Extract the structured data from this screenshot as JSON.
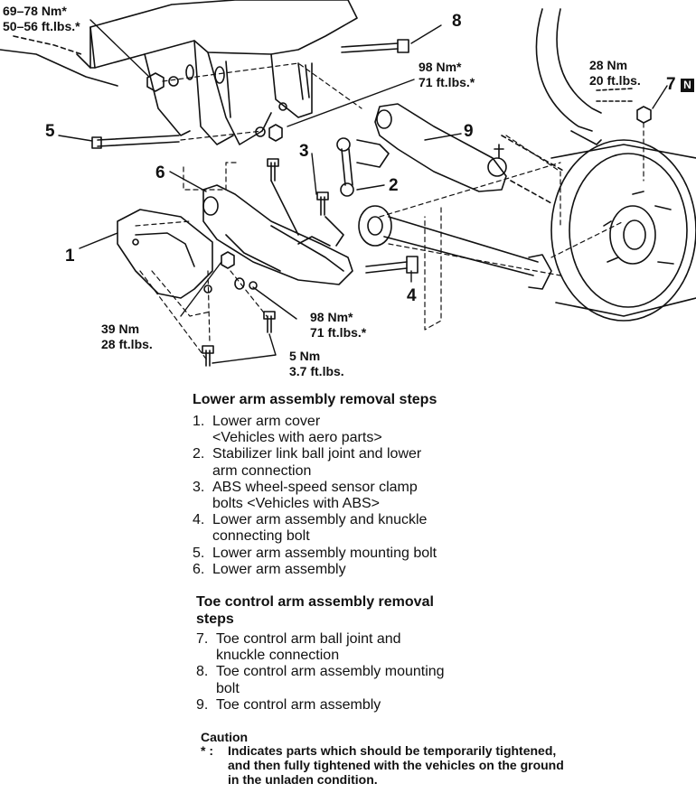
{
  "diagram": {
    "torque_labels": {
      "t1": "69–78 Nm*\n50–56 ft.lbs.*",
      "t2": "98 Nm*\n71 ft.lbs.*",
      "t3": "28 Nm\n20 ft.lbs.",
      "t4": "39 Nm\n28 ft.lbs.",
      "t5": "98 Nm*\n71 ft.lbs.*",
      "t6": "5 Nm\n3.7 ft.lbs."
    },
    "callouts": [
      "1",
      "2",
      "3",
      "4",
      "5",
      "6",
      "7",
      "8",
      "9"
    ],
    "callout_badge": "N"
  },
  "lower_arm": {
    "heading": "Lower arm assembly removal steps",
    "steps": [
      {
        "n": "1.",
        "text": "Lower arm cover\n<Vehicles with aero parts>"
      },
      {
        "n": "2.",
        "text": "Stabilizer link ball joint and lower\narm connection"
      },
      {
        "n": "3.",
        "text": "ABS wheel-speed sensor clamp\nbolts <Vehicles with ABS>"
      },
      {
        "n": "4.",
        "text": "Lower arm assembly and knuckle\nconnecting bolt"
      },
      {
        "n": "5.",
        "text": "Lower arm assembly mounting bolt"
      },
      {
        "n": "6.",
        "text": "Lower arm assembly"
      }
    ]
  },
  "toe_arm": {
    "heading": "Toe control arm assembly removal\nsteps",
    "steps": [
      {
        "n": "7.",
        "text": "Toe control arm ball joint and\nknuckle connection"
      },
      {
        "n": "8.",
        "text": "Toe control arm assembly mounting\nbolt"
      },
      {
        "n": "9.",
        "text": "Toe control arm assembly"
      }
    ]
  },
  "caution": {
    "title": "Caution",
    "mark": "* :",
    "text": "Indicates parts which should be temporarily tightened,\nand then fully tightened with the vehicles on the ground\nin the unladen condition."
  }
}
